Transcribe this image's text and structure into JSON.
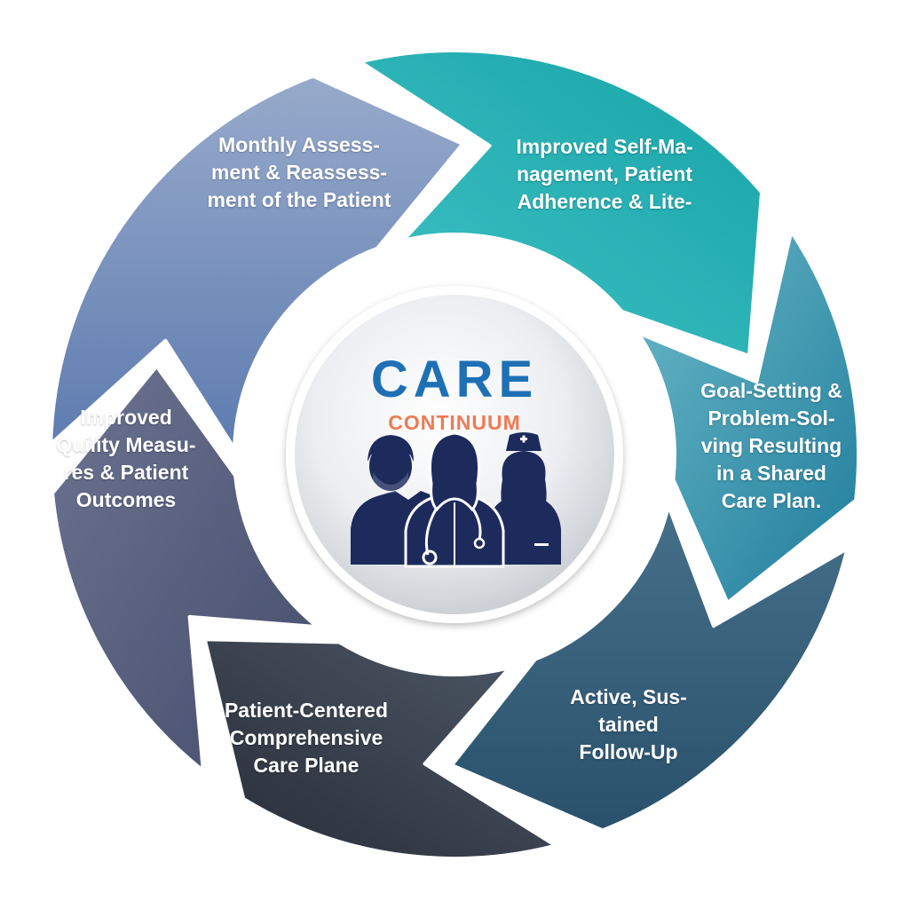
{
  "center": {
    "title": "CARE",
    "subtitle": "CONTINUUM",
    "title_color": "#1e70b5",
    "subtitle_color": "#f07a54",
    "icon": "three-healthcare-workers-icon",
    "icon_color": "#1d2b5c"
  },
  "segments": [
    {
      "lines": [
        "Monthly Assess-",
        "ment & Reassess-",
        "ment of the Patient"
      ],
      "color": "#24b0b4"
    },
    {
      "lines": [
        "Improved Self-Ma-",
        "nagement, Patient",
        "Adherence & Lite-"
      ],
      "color": "#2a8aa4"
    },
    {
      "lines": [
        "Goal-Setting &",
        "Problem-Sol-",
        "ving Resulting",
        "in a Shared",
        "Care Plan."
      ],
      "color": "#3a5f78"
    },
    {
      "lines": [
        "Active, Sus-",
        "tained",
        "Follow-Up"
      ],
      "color": "#3b4452"
    },
    {
      "lines": [
        "Patient-Centered",
        "Comprehensive",
        "Care Plane"
      ],
      "color": "#565f7e"
    },
    {
      "lines": [
        "Improved",
        "Quility Measu-",
        "res & Patient",
        "Outcomes"
      ],
      "color": "#7d92bb"
    }
  ]
}
